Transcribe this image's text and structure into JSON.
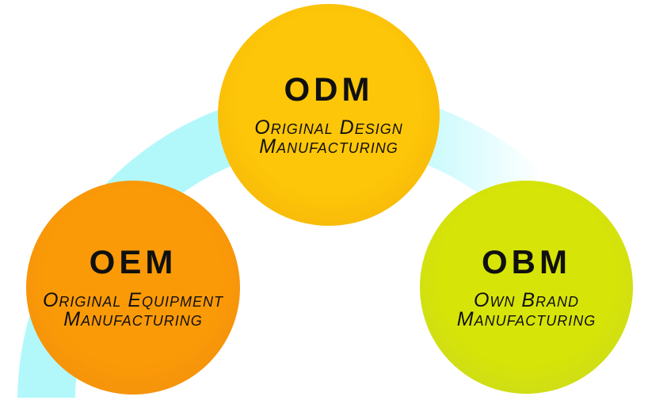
{
  "diagram": {
    "background_color": "#ffffff",
    "text_color": "#101010",
    "arc": {
      "name": "connector-arc",
      "color": "#b2f8fb",
      "fades_out_right": true
    },
    "circles": [
      {
        "id": "odm",
        "abbr": "ODM",
        "subtitle_line1": "Original Design",
        "subtitle_line2": "Manufacturing",
        "fill_color": "#fdc608",
        "edge_color": "#f2ae0b"
      },
      {
        "id": "oem",
        "abbr": "OEM",
        "subtitle_line1": "Original Equipment",
        "subtitle_line2": "Manufacturing",
        "fill_color": "#fb9a07",
        "edge_color": "#ee8a11"
      },
      {
        "id": "obm",
        "abbr": "OBM",
        "subtitle_line1": "Own Brand",
        "subtitle_line2": "Manufacturing",
        "fill_color": "#d7e407",
        "edge_color": "#c5d62a"
      }
    ]
  }
}
